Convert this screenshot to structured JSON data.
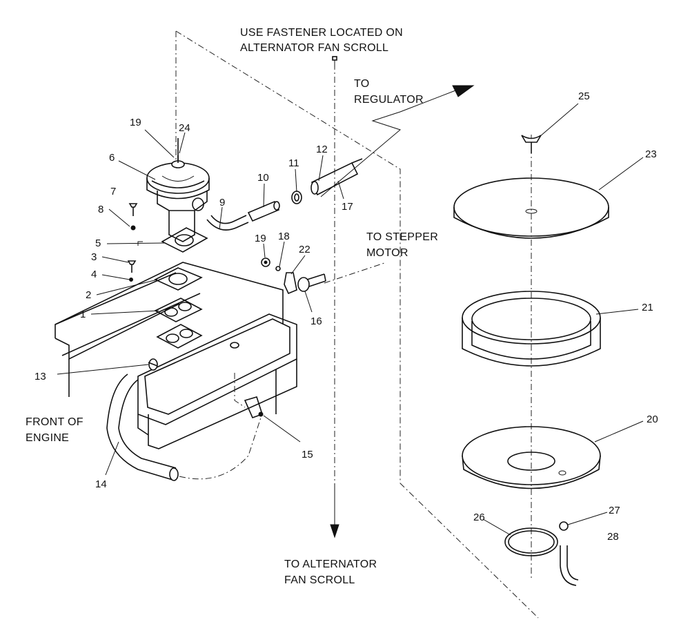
{
  "notes": {
    "fastener_line1": "USE FASTENER LOCATED ON",
    "fastener_line2": "ALTERNATOR FAN SCROLL",
    "regulator_line1": "TO",
    "regulator_line2": "REGULATOR",
    "stepper_line1": "TO STEPPER",
    "stepper_line2": "MOTOR",
    "front_line1": "FRONT OF",
    "front_line2": "ENGINE",
    "alt_line1": "TO ALTERNATOR",
    "alt_line2": "FAN SCROLL"
  },
  "callouts": {
    "p1": "1",
    "p2": "2",
    "p3": "3",
    "p4": "4",
    "p5": "5",
    "p6": "6",
    "p7": "7",
    "p8": "8",
    "p9": "9",
    "p10": "10",
    "p11": "11",
    "p12": "12",
    "p13": "13",
    "p14": "14",
    "p15": "15",
    "p16": "16",
    "p17": "17",
    "p18": "18",
    "p19a": "19",
    "p19b": "19",
    "p20": "20",
    "p21": "21",
    "p22": "22",
    "p23": "23",
    "p24": "24",
    "p25": "25",
    "p26": "26",
    "p27": "27",
    "p28": "28"
  }
}
